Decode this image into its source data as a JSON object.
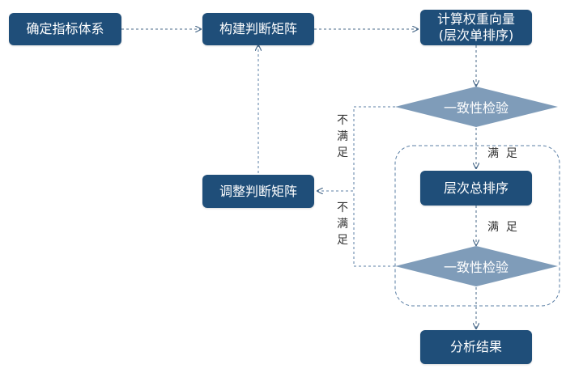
{
  "colors": {
    "node_fill": "#1f4e79",
    "diamond_fill": "#7f9cb9",
    "edge_color": "#4a6a8a",
    "dashed_group": "#5b7fa5"
  },
  "nodes": {
    "determine_index": "确定指标体系",
    "build_matrix": "构建判断矩阵",
    "compute_weight_line1": "计算权重向量",
    "compute_weight_line2": "(层次单排序)",
    "adjust_matrix": "调整判断矩阵",
    "total_ranking": "层次总排序",
    "analysis_result": "分析结果"
  },
  "diamonds": {
    "consistency_1": "一致性检验",
    "consistency_2": "一致性检验"
  },
  "labels": {
    "satisfy_1": "满  足",
    "satisfy_2": "满  足",
    "not_satisfy_1": [
      "不",
      "满",
      "足"
    ],
    "not_satisfy_2": [
      "不",
      "满",
      "足"
    ]
  }
}
